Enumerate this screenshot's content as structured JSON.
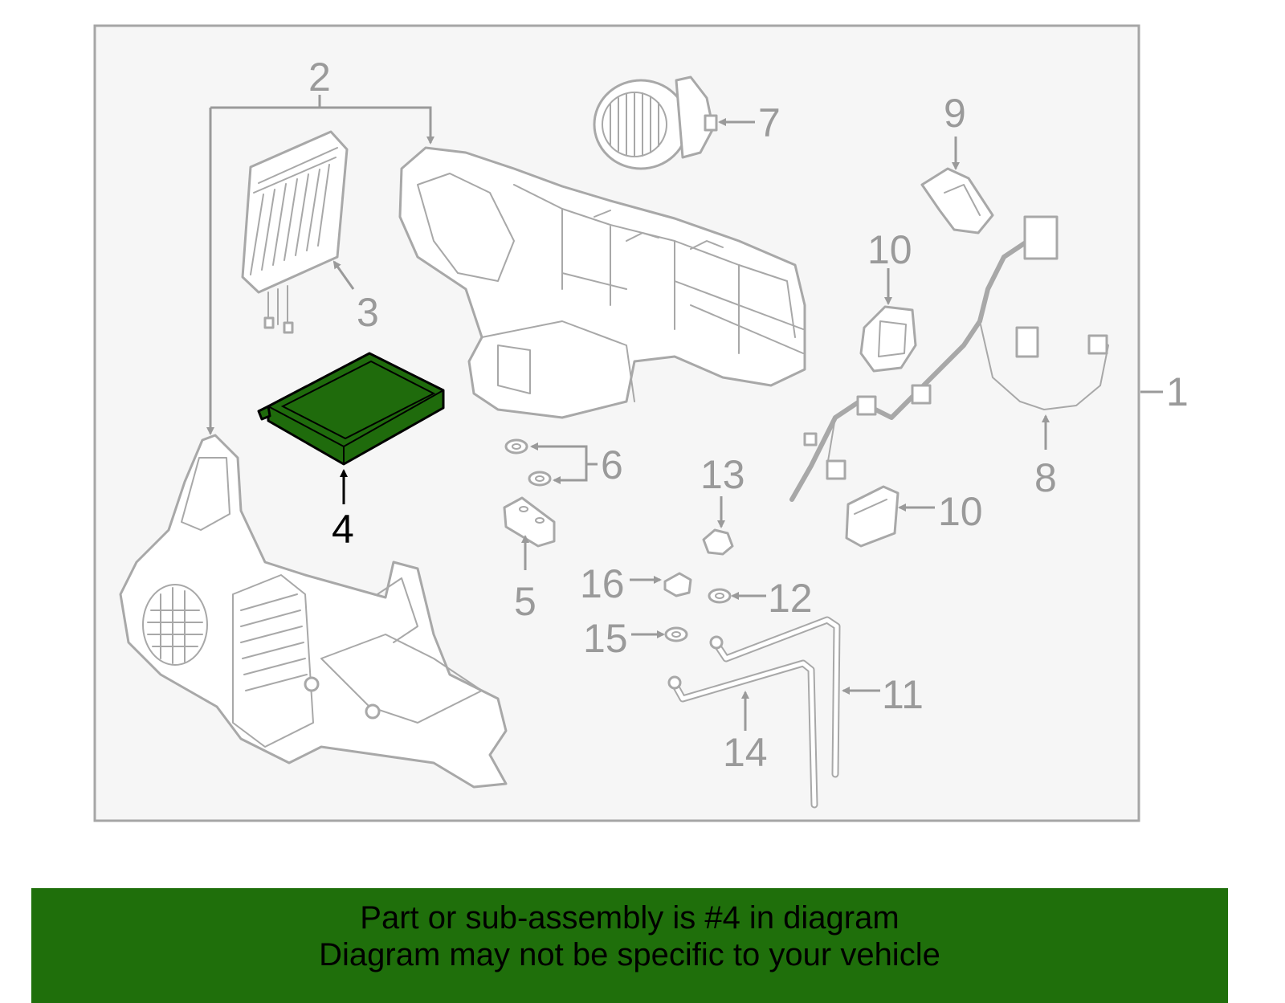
{
  "highlight": {
    "part_number": "4",
    "color": "#1f6f0b"
  },
  "callouts": {
    "c1": "1",
    "c2": "2",
    "c3": "3",
    "c4": "4",
    "c5": "5",
    "c6": "6",
    "c7": "7",
    "c8": "8",
    "c9": "9",
    "c10a": "10",
    "c10b": "10",
    "c11": "11",
    "c12": "12",
    "c13": "13",
    "c14": "14",
    "c15": "15",
    "c16": "16"
  },
  "banner": {
    "line1": "Part or sub-assembly is #4 in diagram",
    "line2": "Diagram may not be specific to your vehicle"
  }
}
